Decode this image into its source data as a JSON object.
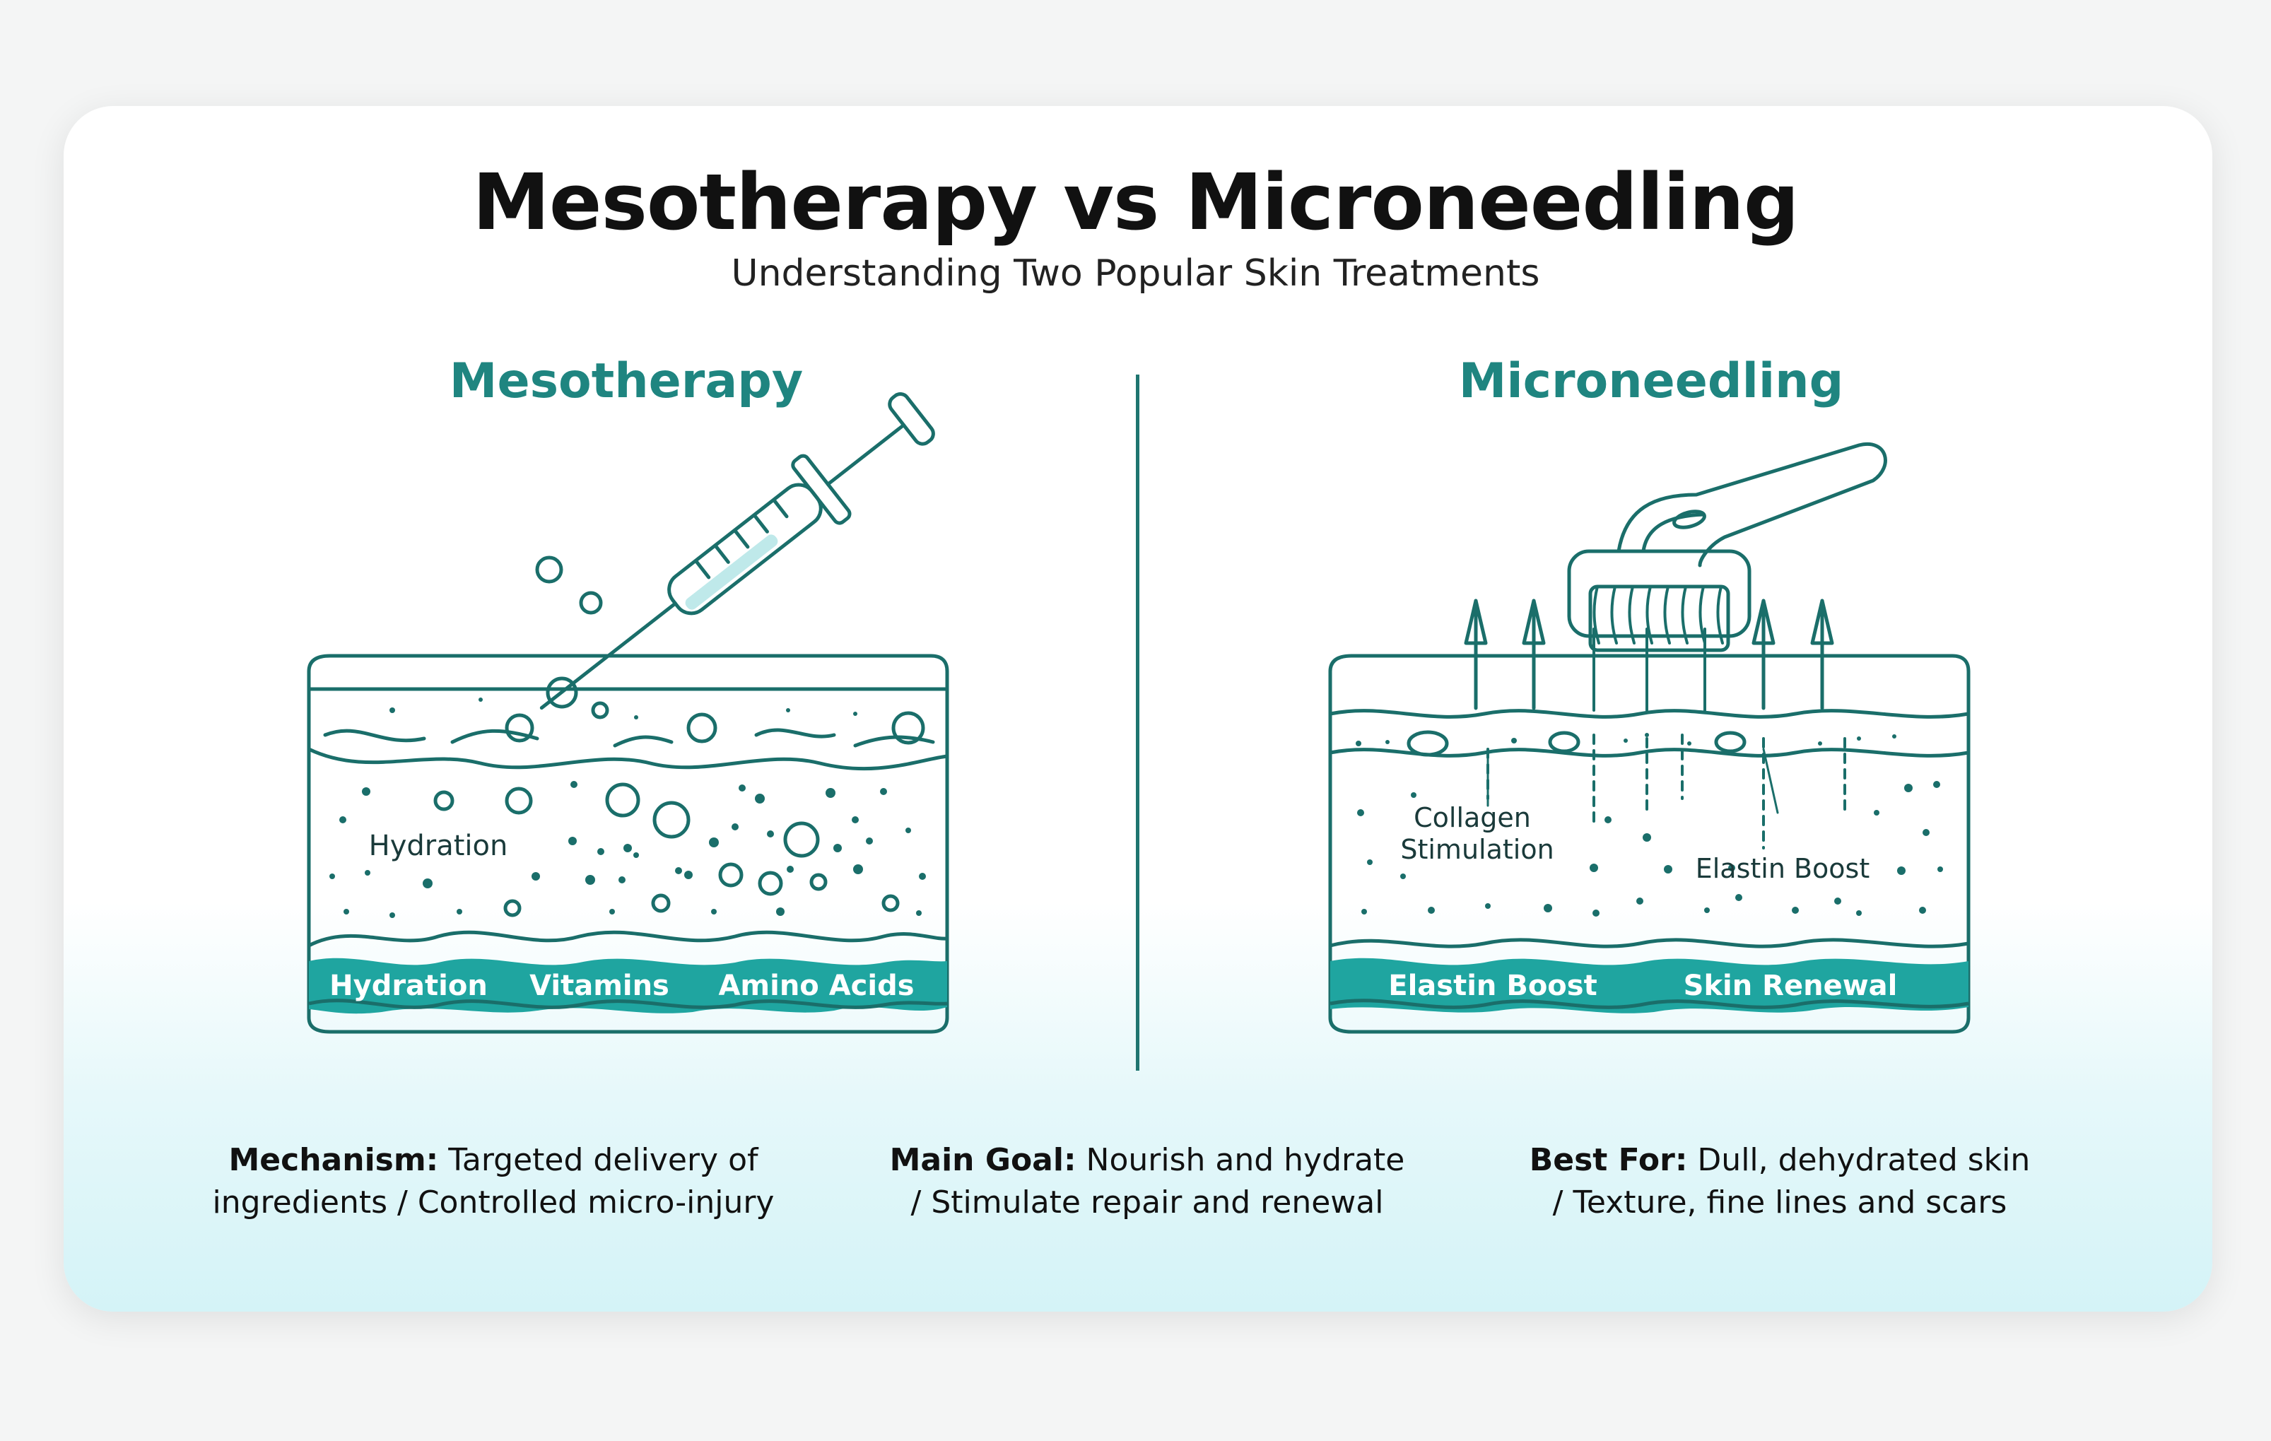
{
  "header": {
    "title": "Mesotherapy vs Microneedling",
    "subtitle": "Understanding Two Popular Skin Treatments"
  },
  "mesotherapy": {
    "title": "Mesotherapy",
    "inner_label": "Hydration",
    "band_labels": [
      "Hydration",
      "Vitamins",
      "Amino Acids"
    ]
  },
  "microneedling": {
    "title": "Microneedling",
    "inner_labels": [
      "Collagen",
      "Stimulation",
      "Elastin Boost"
    ],
    "band_labels": [
      "Elastin Boost",
      "Skin Renewal"
    ]
  },
  "summary": [
    {
      "label": "Mechanism:",
      "text_line1": "Targeted delivery of",
      "text_line2": "ingredients / Controlled micro-injury"
    },
    {
      "label": "Main Goal:",
      "text_line1": "Nourish and hydrate",
      "text_line2": "/ Stimulate repair and renewal"
    },
    {
      "label": "Best For:",
      "text_line1": "Dull, dehydrated skin",
      "text_line2": "/ Texture, fine lines and scars"
    }
  ],
  "colors": {
    "teal": "#1f8580",
    "teal_dark": "#1a6e6a",
    "band": "#1fa5a0",
    "background": "#f4f5f5"
  }
}
